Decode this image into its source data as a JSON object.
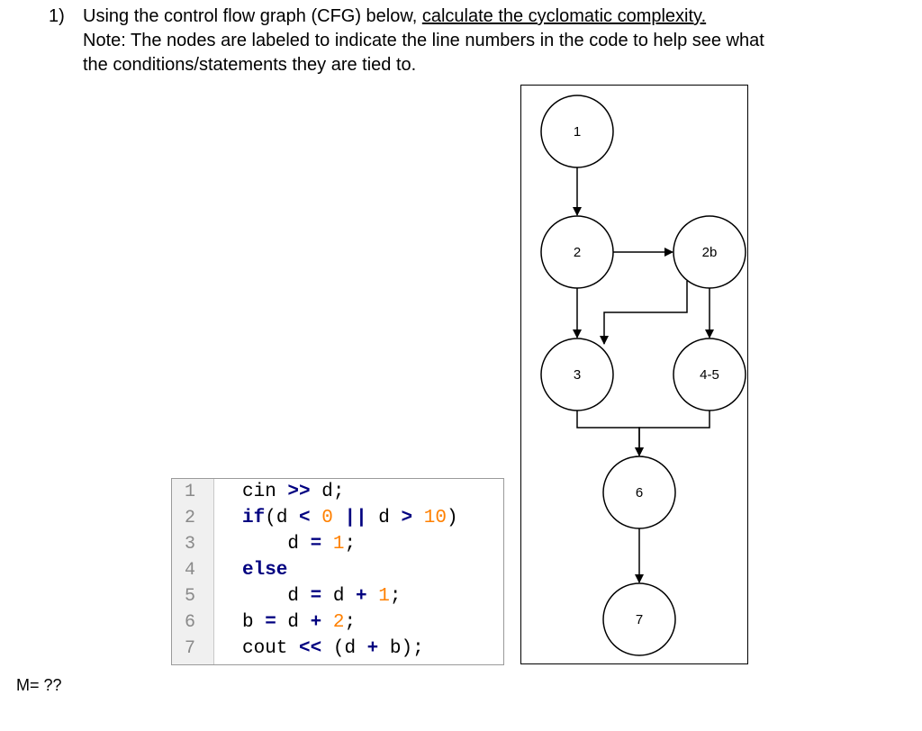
{
  "question": {
    "number": "1)",
    "prefix": "Using the control flow graph (CFG) below, ",
    "emphasis": "calculate the cyclomatic complexity.",
    "note_line1": "Note: The nodes are labeled to indicate the line numbers in the code to help see what",
    "note_line2": "the conditions/statements they are tied to."
  },
  "code": {
    "line_numbers": [
      "1",
      "2",
      "3",
      "4",
      "5",
      "6",
      "7"
    ],
    "lines": [
      {
        "parts": [
          {
            "t": "cin ",
            "c": ""
          },
          {
            "t": ">>",
            "c": "op"
          },
          {
            "t": " d;",
            "c": ""
          }
        ]
      },
      {
        "parts": [
          {
            "t": "if",
            "c": "kw"
          },
          {
            "t": "(d ",
            "c": ""
          },
          {
            "t": "<",
            "c": "op"
          },
          {
            "t": " ",
            "c": ""
          },
          {
            "t": "0",
            "c": "num"
          },
          {
            "t": " ",
            "c": ""
          },
          {
            "t": "||",
            "c": "op"
          },
          {
            "t": " d ",
            "c": ""
          },
          {
            "t": ">",
            "c": "op"
          },
          {
            "t": " ",
            "c": ""
          },
          {
            "t": "10",
            "c": "num"
          },
          {
            "t": ")",
            "c": ""
          }
        ]
      },
      {
        "parts": [
          {
            "t": "    d ",
            "c": ""
          },
          {
            "t": "=",
            "c": "op"
          },
          {
            "t": " ",
            "c": ""
          },
          {
            "t": "1",
            "c": "num"
          },
          {
            "t": ";",
            "c": ""
          }
        ]
      },
      {
        "parts": [
          {
            "t": "else",
            "c": "kw"
          }
        ]
      },
      {
        "parts": [
          {
            "t": "    d ",
            "c": ""
          },
          {
            "t": "=",
            "c": "op"
          },
          {
            "t": " d ",
            "c": ""
          },
          {
            "t": "+",
            "c": "op"
          },
          {
            "t": " ",
            "c": ""
          },
          {
            "t": "1",
            "c": "num"
          },
          {
            "t": ";",
            "c": ""
          }
        ]
      },
      {
        "parts": [
          {
            "t": "b ",
            "c": ""
          },
          {
            "t": "=",
            "c": "op"
          },
          {
            "t": " d ",
            "c": ""
          },
          {
            "t": "+",
            "c": "op"
          },
          {
            "t": " ",
            "c": ""
          },
          {
            "t": "2",
            "c": "num"
          },
          {
            "t": ";",
            "c": ""
          }
        ]
      },
      {
        "parts": [
          {
            "t": "cout ",
            "c": ""
          },
          {
            "t": "<<",
            "c": "op"
          },
          {
            "t": " (d ",
            "c": ""
          },
          {
            "t": "+",
            "c": "op"
          },
          {
            "t": " b);",
            "c": ""
          }
        ]
      }
    ]
  },
  "cfg": {
    "nodes": [
      {
        "id": "1",
        "label": "1"
      },
      {
        "id": "2",
        "label": "2"
      },
      {
        "id": "2b",
        "label": "2b"
      },
      {
        "id": "3",
        "label": "3"
      },
      {
        "id": "4-5",
        "label": "4-5"
      },
      {
        "id": "6",
        "label": "6"
      },
      {
        "id": "7",
        "label": "7"
      }
    ],
    "edges": [
      {
        "from": "1",
        "to": "2"
      },
      {
        "from": "2",
        "to": "2b"
      },
      {
        "from": "2",
        "to": "3"
      },
      {
        "from": "2b",
        "to": "3"
      },
      {
        "from": "2b",
        "to": "4-5"
      },
      {
        "from": "3",
        "to": "6"
      },
      {
        "from": "4-5",
        "to": "6"
      },
      {
        "from": "6",
        "to": "7"
      }
    ]
  },
  "answer": "M= ??"
}
